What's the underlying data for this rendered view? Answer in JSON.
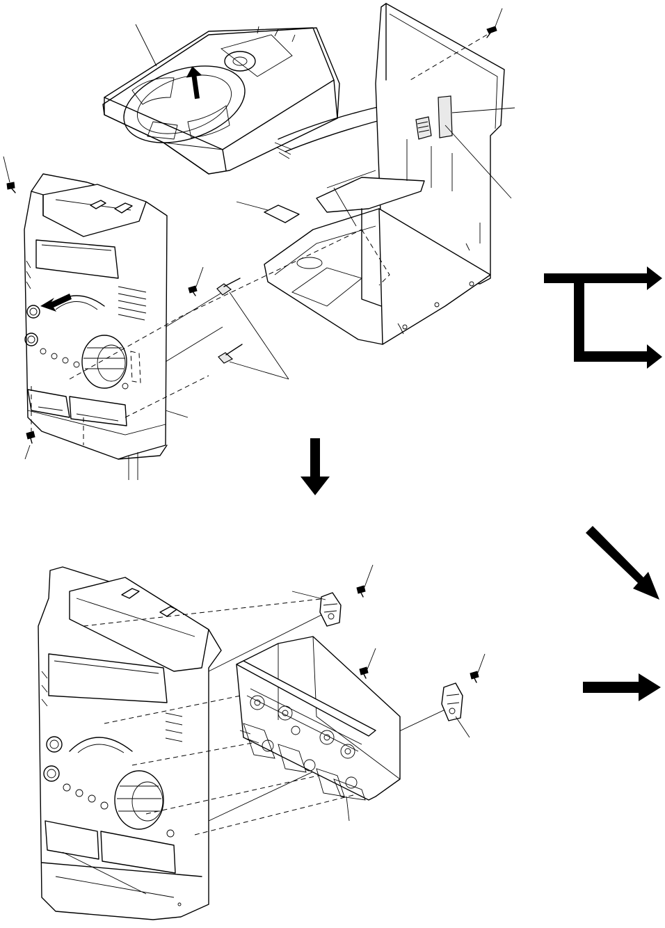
{
  "page": {
    "background": "#ffffff",
    "ink": "#000000"
  },
  "diagram": {
    "description_visible_text": [],
    "parts": [
      {
        "id": "cd-changer-unit",
        "icon": "cd-tray-mechanism"
      },
      {
        "id": "rear-chassis",
        "icon": "chassis-frame"
      },
      {
        "id": "front-panel-upper",
        "icon": "front-panel"
      },
      {
        "id": "front-panel-lower",
        "icon": "front-panel"
      },
      {
        "id": "deck-mechanism-board",
        "icon": "circuit-board"
      },
      {
        "id": "bracket-board-left",
        "icon": "bracket"
      },
      {
        "id": "bracket-board-right",
        "icon": "bracket"
      },
      {
        "id": "flat-cable-connector",
        "icon": "connector"
      },
      {
        "id": "ribbon-connectors",
        "icon": "connector"
      },
      {
        "id": "screws",
        "icon": "screw-icon"
      }
    ],
    "arrows": [
      {
        "id": "lift-up",
        "direction": "up"
      },
      {
        "id": "pull-out",
        "direction": "left-down"
      },
      {
        "id": "step-down",
        "direction": "down"
      },
      {
        "id": "branch-right-upper",
        "direction": "right"
      },
      {
        "id": "branch-right-lower",
        "direction": "right"
      },
      {
        "id": "diagonal-next",
        "direction": "down-right"
      },
      {
        "id": "right-next",
        "direction": "right"
      }
    ]
  }
}
